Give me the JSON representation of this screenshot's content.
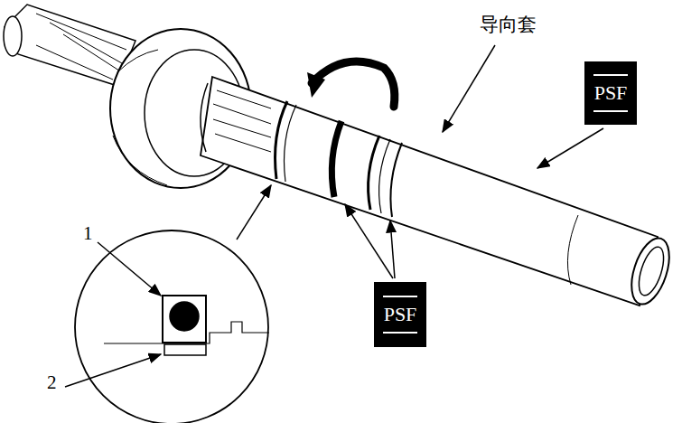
{
  "diagram": {
    "nodes": [
      {
        "text": [
          "PSF"
        ]
      },
      {
        "text": [
          "PSF"
        ]
      }
    ],
    "labels": [
      "导向套",
      "1",
      "2"
    ]
  }
}
